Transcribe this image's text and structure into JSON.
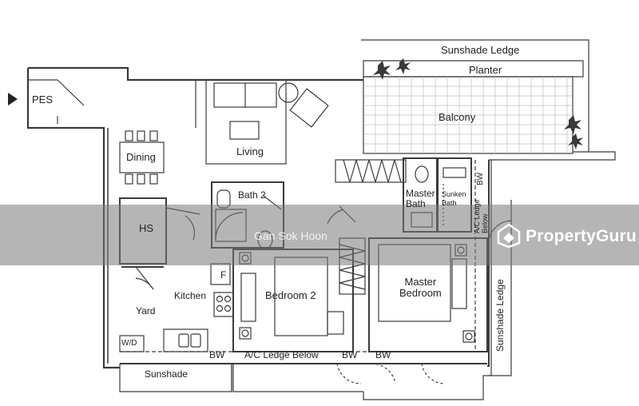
{
  "rooms": {
    "pes": "PES",
    "dining": "Dining",
    "living": "Living",
    "balcony": "Balcony",
    "planter": "Planter",
    "sunshade_ledge_top": "Sunshade Ledge",
    "sunshade_ledge_right": "Sunshade Ledge",
    "hs": "HS",
    "bath2": "Bath 2",
    "master_bath": "Master\nBath",
    "sunken_bath": "Sunken\nBath",
    "bw_top_right": "BW",
    "ac_ledge_right": "A/C Ledge\nBelow",
    "fridge": "F",
    "kitchen": "Kitchen",
    "yard": "Yard",
    "wd": "W/D",
    "bedroom2": "Bedroom 2",
    "master_bedroom": "Master\nBedroom",
    "bw_1": "BW",
    "ac_ledge_below": "A/C Ledge Below",
    "bw_2": "BW",
    "bw_3": "BW",
    "sunshade_bottom": "Sunshade"
  },
  "watermark": {
    "agent_name": "Gan Sok Hoon",
    "brand": "PropertyGuru"
  },
  "colors": {
    "wall": "#333333",
    "band": "#8a8a8a",
    "watermark_text": "#ffffff"
  }
}
